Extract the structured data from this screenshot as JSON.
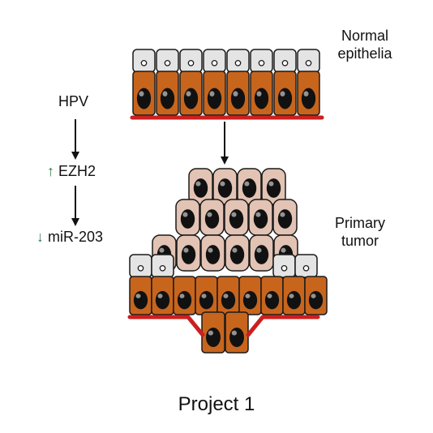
{
  "labels": {
    "normal_line1": "Normal",
    "normal_line2": "epithelia",
    "tumor_line1": "Primary",
    "tumor_line2": "tumor",
    "hpv": "HPV",
    "ezh2_arrow": "↑",
    "ezh2": " EZH2",
    "mir_arrow": "↓",
    "mir": " miR-203",
    "project": "Project 1"
  },
  "colors": {
    "basal_cell": "#c8651d",
    "basal_cell_dark": "#a24f14",
    "suprabasal_cell": "#e4e4e4",
    "tumor_cell": "#e2c3b4",
    "nucleus": "#111111",
    "membrane": "#cc1f1f",
    "outline": "#1a1a1a"
  }
}
